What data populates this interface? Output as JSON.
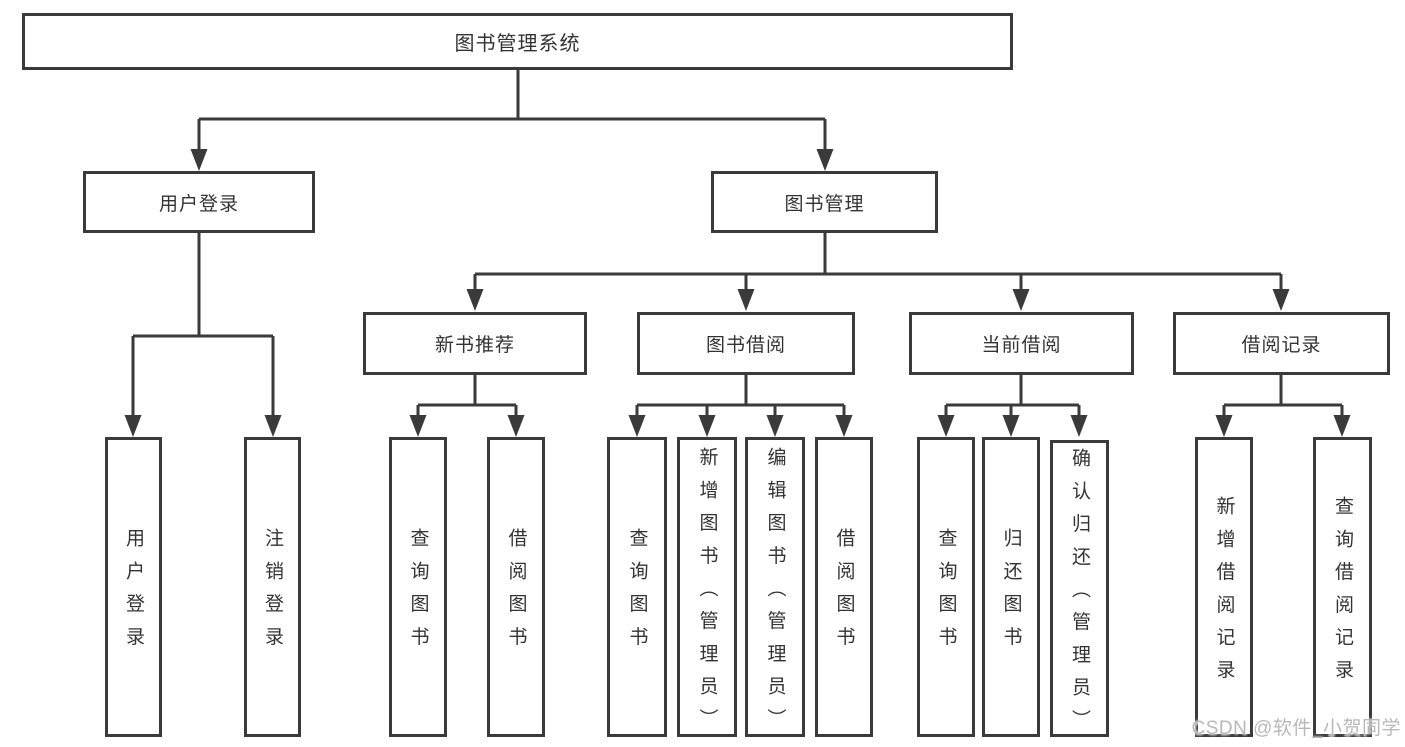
{
  "tree": {
    "label": "图书管理系统",
    "children": [
      {
        "label": "用户登录",
        "children": [
          {
            "label": "用户登录"
          },
          {
            "label": "注销登录"
          }
        ]
      },
      {
        "label": "图书管理",
        "children": [
          {
            "label": "新书推荐",
            "children": [
              {
                "label": "查询图书"
              },
              {
                "label": "借阅图书"
              }
            ]
          },
          {
            "label": "图书借阅",
            "children": [
              {
                "label": "查询图书"
              },
              {
                "label": "新增图书（管理员）"
              },
              {
                "label": "编辑图书（管理员）"
              },
              {
                "label": "借阅图书"
              }
            ]
          },
          {
            "label": "当前借阅",
            "children": [
              {
                "label": "查询图书"
              },
              {
                "label": "归还图书"
              },
              {
                "label": "确认归还（管理员）"
              }
            ]
          },
          {
            "label": "借阅记录",
            "children": [
              {
                "label": "新增借阅记录"
              },
              {
                "label": "查询借阅记录"
              }
            ]
          }
        ]
      }
    ]
  },
  "watermark": {
    "text": "CSDN @软件_小贺同学"
  },
  "colors": {
    "line": "#3a3a3a",
    "box_border": "#3a3a3a",
    "box_fill": "#ffffff",
    "text": "#333333",
    "watermark": "#b8b8b8",
    "background": "#ffffff"
  }
}
